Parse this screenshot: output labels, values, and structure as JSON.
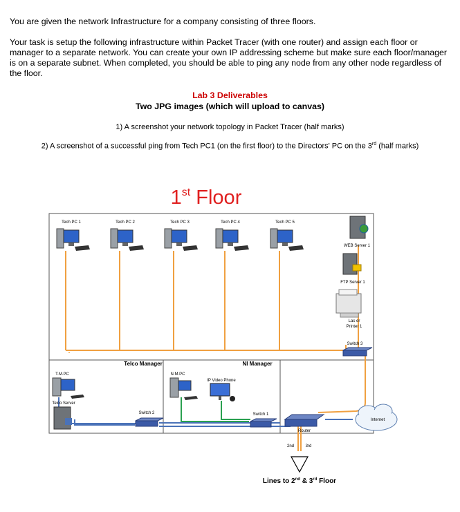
{
  "intro": "You are given the network Infrastructure for a company consisting of three floors.",
  "task": "Your task is setup the following infrastructure within Packet Tracer (with one router) and assign each floor or manager to a separate network. You can create your own IP addressing scheme but make sure each floor/manager is on a separate subnet. When completed, you should be able to ping any node from any other node regardless of the floor.",
  "deliverables": {
    "title": "Lab 3 Deliverables",
    "subtitle": "Two JPG images (which will upload to canvas)",
    "item1": "1) A screenshot your network topology in Packet Tracer (half marks)",
    "item2_pre": "2) A screenshot of a successful ping from Tech PC1 (on the first floor) to the Directors' PC on the 3",
    "item2_sup": "rd",
    "item2_post": " (half marks)"
  },
  "diagram": {
    "floor_title_num": "1",
    "floor_title_sup": "st",
    "floor_title_word": " Floor",
    "tech_pcs": [
      "Tech PC 1",
      "Tech PC 2",
      "Tech PC 3",
      "Tech PC 4",
      "Tech PC 5"
    ],
    "web_server": "WEB Server 1",
    "ftp_server": "FTP Server 1",
    "laser_printer_line1": "Las er",
    "laser_printer_line2": "Printer 1",
    "switch3": "Switch 3",
    "telco_manager": "Telco Manager",
    "ni_manager": "NI Manager",
    "tm_pc": "T.M.PC",
    "telco_server": "Telco Server",
    "switch2": "Switch 2",
    "nm_pc": "N.M.PC",
    "ip_video_phone": "IP Video Phone",
    "switch1": "Switch 1",
    "router": "Router",
    "internet": "Internet",
    "line_2nd": "2nd",
    "line_3rd": "3rd",
    "lines_pre": "Lines to 2",
    "lines_sup1": "nd",
    "lines_mid": " & 3",
    "lines_sup2": "rd",
    "lines_post": " Floor",
    "colors": {
      "orange": "#f0a040",
      "blue": "#4a72b8",
      "green": "#2aa050",
      "title_red": "#e02020"
    }
  }
}
